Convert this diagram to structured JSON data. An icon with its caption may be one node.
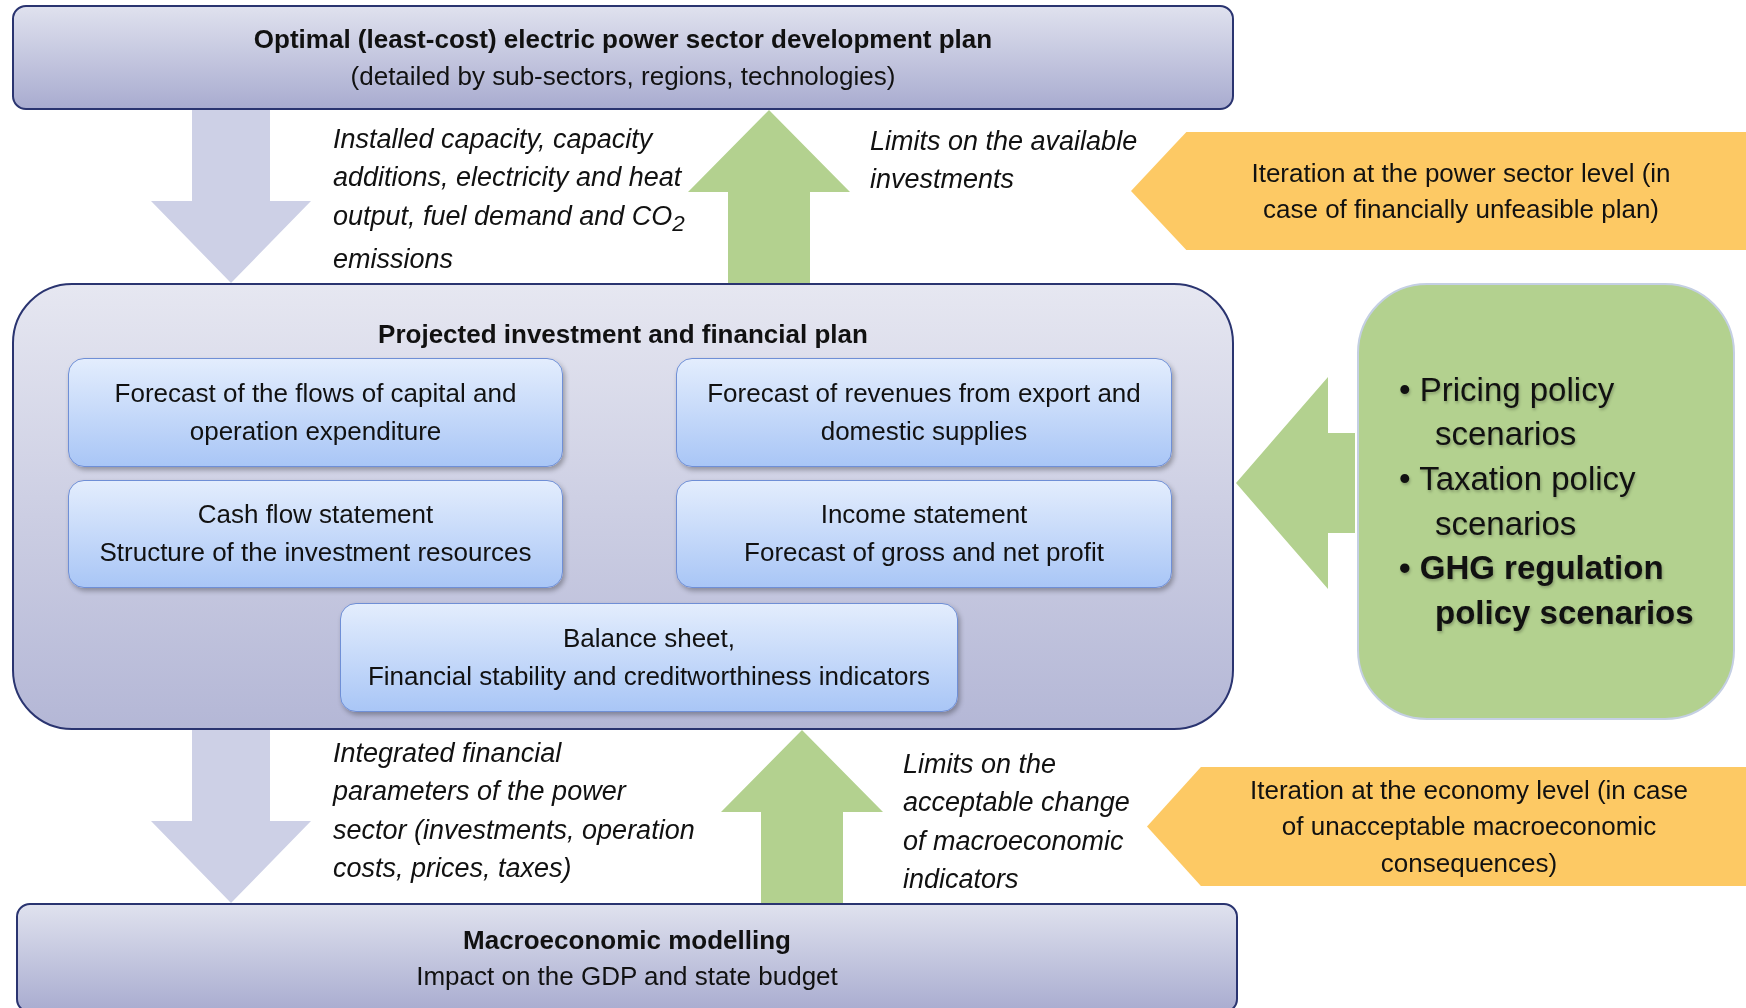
{
  "diagram": {
    "nodes": [
      {
        "text": [
          "Optimal (least-cost) electric power sector development plan",
          "(detailed by sub-sectors, regions, technologies)"
        ]
      },
      {
        "text": [
          "Projected investment and financial plan"
        ]
      },
      {
        "text": [
          "Forecast of the flows of capital and operation expenditure"
        ],
        "in": 1
      },
      {
        "text": [
          "Forecast of revenues from export and domestic supplies"
        ],
        "in": 1
      },
      {
        "text": [
          "Cash flow statement",
          "Structure of the investment resources"
        ],
        "in": 1
      },
      {
        "text": [
          "Income statement",
          "Forecast of gross and net profit"
        ],
        "in": 1
      },
      {
        "text": [
          "Balance sheet,",
          "Financial stability and creditworthiness indicators"
        ],
        "in": 1
      },
      {
        "text": [
          "Macroeconomic modelling",
          "Impact on the GDP and state budget"
        ]
      },
      {
        "text": [
          "• Pricing policy scenarios",
          "• Taxation policy scenarios",
          "• GHG regulation policy scenarios"
        ]
      },
      {
        "text": [
          "Iteration at the power sector level (in case of financially unfeasible plan)"
        ]
      },
      {
        "text": [
          "Iteration at the economy level (in case of unacceptable macroeconomic consequences)"
        ]
      }
    ],
    "edges": [
      {
        "from": 0,
        "to": 1,
        "arrow": "to",
        "label": "Installed capacity, capacity additions, electricity and heat output, fuel demand and CO$_{2}$ emissions",
        "color": "#cdd0e6"
      },
      {
        "from": 1,
        "to": 0,
        "arrow": "to",
        "label": "Limits on the available investments"
      },
      {
        "from": 8,
        "to": 1,
        "arrow": "to"
      },
      {
        "from": 1,
        "to": 7,
        "arrow": "to",
        "label": "Integrated financial parameters of the power sector (investments, operation costs, prices, taxes)",
        "color": "#cdd0e6"
      },
      {
        "from": 7,
        "to": 1,
        "arrow": "to",
        "label": "Limits on the acceptable change of macroeconomic indicators"
      }
    ]
  }
}
